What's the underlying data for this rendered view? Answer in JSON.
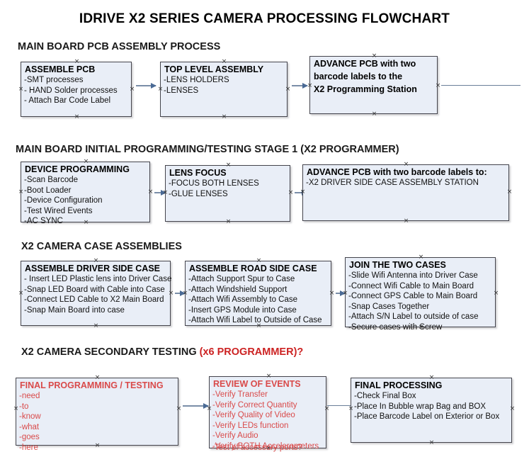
{
  "document": {
    "title": "IDRIVE X2  SERIES CAMERA PROCESSING FLOWCHART",
    "accent_color": "#cc2222",
    "box_fill": "#e9eef7",
    "box_border": "#44444c",
    "arrow_color": "#6b7f99"
  },
  "sections": [
    {
      "id": "main-board-pcb-assembly",
      "heading": "MAIN BOARD PCB ASSEMBLY PROCESS",
      "heading_accent": "",
      "boxes": [
        {
          "id": "assemble-pcb",
          "title": "ASSEMBLE PCB",
          "lines": [
            "-SMT processes",
            "- HAND Solder processes",
            "- Attach Bar Code Label"
          ],
          "color": "black"
        },
        {
          "id": "top-level-assembly",
          "title": "TOP LEVEL ASSEMBLY",
          "lines": [
            "-LENS HOLDERS",
            "-LENSES"
          ],
          "color": "black"
        },
        {
          "id": "advance-pcb-programming-station",
          "title": "ADVANCE PCB with two",
          "lines": [
            "barcode labels to the",
            " X2 Programming Station"
          ],
          "color": "black"
        }
      ]
    },
    {
      "id": "main-board-initial-programming",
      "heading": "MAIN BOARD INITIAL PROGRAMMING/TESTING STAGE 1 (X2 PROGRAMMER)",
      "heading_accent": "",
      "boxes": [
        {
          "id": "device-programming",
          "title": "DEVICE PROGRAMMING",
          "lines": [
            "-Scan Barcode",
            "-Boot Loader",
            "-Device Configuration",
            "-Test Wired Events",
            "-AC SYNC"
          ],
          "color": "black"
        },
        {
          "id": "lens-focus",
          "title": "LENS FOCUS",
          "lines": [
            "-FOCUS BOTH LENSES",
            "-GLUE LENSES"
          ],
          "color": "black"
        },
        {
          "id": "advance-pcb-driver-side-case",
          "title": "ADVANCE PCB with two barcode labels to:",
          "lines": [
            "-X2 DRIVER  SIDE  CASE  ASSEMBLY STATION"
          ],
          "color": "black"
        }
      ]
    },
    {
      "id": "x2-camera-case-assemblies",
      "heading": "X2 CAMERA CASE ASSEMBLIES",
      "heading_accent": "",
      "boxes": [
        {
          "id": "assemble-driver-side-case",
          "title": "ASSEMBLE DRIVER SIDE CASE",
          "lines": [
            "- Insert LED Plastic lens into Driver Case",
            "-Snap LED Board with Cable into Case",
            "-Connect LED Cable to X2 Main Board",
            "-Snap Main Board into case"
          ],
          "color": "black"
        },
        {
          "id": "assemble-road-side-case",
          "title": "ASSEMBLE ROAD SIDE CASE",
          "lines": [
            "-Attach Support Spur to Case",
            "-Attach Windshield Support",
            "-Attach Wifi Assembly to Case",
            "-Insert GPS Module into Case",
            "-Attach Wifi Label to Outside of Case"
          ],
          "color": "black"
        },
        {
          "id": "join-the-two-cases",
          "title": "JOIN THE TWO CASES",
          "lines": [
            "-Slide Wifi Antenna into Driver Case",
            "-Connect Wifi Cable to Main Board",
            "-Connect GPS Cable to Main Board",
            "-Snap Cases Together",
            "-Attach S/N Label to outside of case",
            "-Secure cases with Screw"
          ],
          "color": "black"
        }
      ]
    },
    {
      "id": "x2-camera-secondary-testing",
      "heading": "X2 CAMERA SECONDARY TESTING ",
      "heading_accent": "(x6 PROGRAMMER)?",
      "boxes": [
        {
          "id": "final-programming-testing",
          "title": "FINAL PROGRAMMING / TESTING",
          "lines": [
            "-need",
            "-to",
            "-know",
            "-what",
            "-goes",
            "-here"
          ],
          "color": "red"
        },
        {
          "id": "review-of-events",
          "title": "REVIEW OF EVENTS",
          "lines": [
            "-Verify Transfer",
            "-Verify Correct Quantity",
            "-Verify Quality of Video",
            "-Verify LEDs function",
            "-Verify Audio",
            "-Verify BOTH Accelerometers"
          ],
          "overflow_line": "-Test of accessory ports?",
          "color": "red"
        },
        {
          "id": "final-processing",
          "title": "FINAL PROCESSING",
          "lines": [
            " -Check Final Box",
            "-Place In Bubble wrap Bag and BOX",
            "-Place Barcode Label on Exterior or Box"
          ],
          "color": "black"
        }
      ]
    }
  ]
}
